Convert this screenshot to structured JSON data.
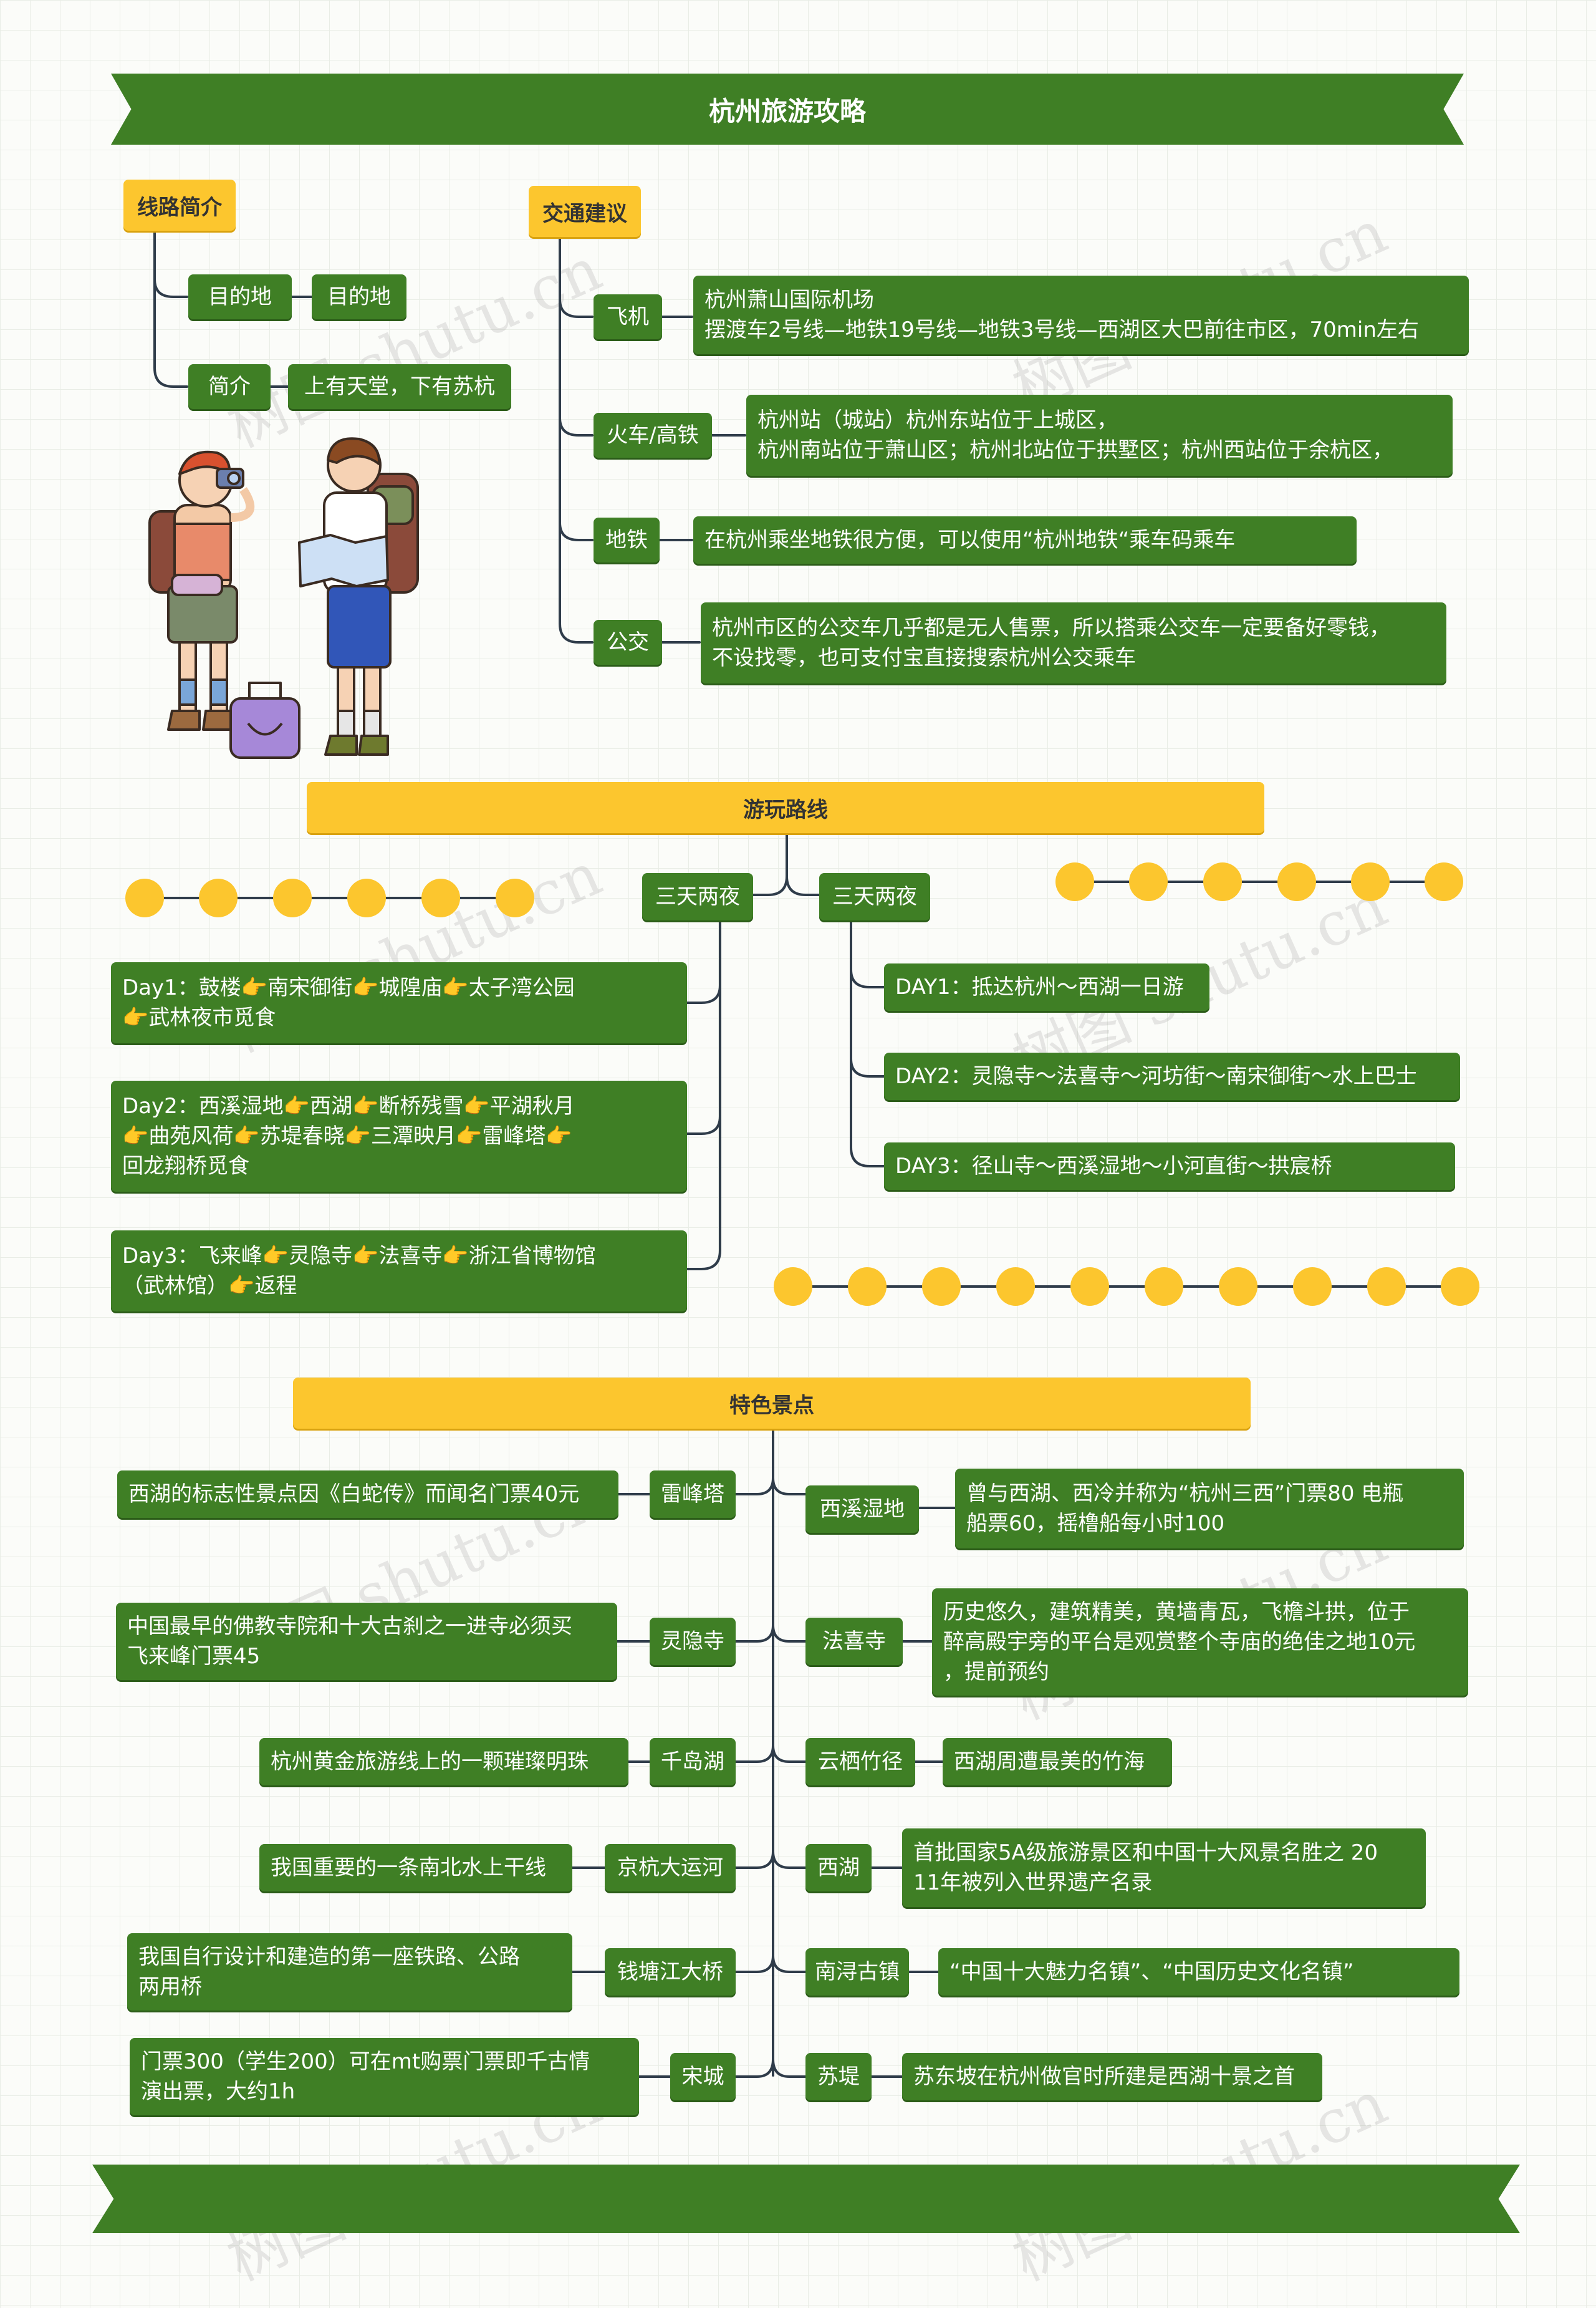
{
  "title": "杭州旅游攻略",
  "watermark": "树图 shutu.cn",
  "colors": {
    "green": "#3f7f25",
    "yellow": "#fcc62e",
    "line": "#2f3c4a"
  },
  "route_intro": {
    "heading": "线路简介",
    "dest_label": "目的地",
    "dest_value": "目的地",
    "intro_label": "简介",
    "intro_value": "上有天堂，下有苏杭"
  },
  "transport": {
    "heading": "交通建议",
    "items": [
      {
        "label": "飞机",
        "text": "杭州萧山国际机场\n摆渡车2号线—地铁19号线—地铁3号线—西湖区大巴前往市区，70min左右"
      },
      {
        "label": "火车/高铁",
        "text": "杭州站（城站）杭州东站位于上城区，\n杭州南站位于萧山区；杭州北站位于拱墅区；杭州西站位于余杭区，"
      },
      {
        "label": "地铁",
        "text": "在杭州乘坐地铁很方便，可以使用“杭州地铁“乘车码乘车"
      },
      {
        "label": "公交",
        "text": "杭州市区的公交车几乎都是无人售票，所以搭乘公交车一定要备好零钱，\n不设找零，也可支付宝直接搜索杭州公交乘车"
      }
    ]
  },
  "routes": {
    "heading": "游玩路线",
    "left": {
      "label": "三天两夜",
      "days": [
        "Day1：鼓楼👉南宋御街👉城隍庙👉太子湾公园\n👉武林夜市觅食",
        "Day2：西溪湿地👉西湖👉断桥残雪👉平湖秋月\n👉曲苑风荷👉苏堤春晓👉三潭映月👉雷峰塔👉\n回龙翔桥觅食",
        "Day3：飞来峰👉灵隐寺👉法喜寺👉浙江省博物馆\n（武林馆）👉返程"
      ]
    },
    "right": {
      "label": "三天两夜",
      "days": [
        "DAY1：抵达杭州～西湖一日游",
        "DAY2：灵隐寺～法喜寺～河坊街～南宋御街～水上巴士",
        "DAY3：径山寺～西溪湿地～小河直街～拱宸桥"
      ]
    }
  },
  "sights": {
    "heading": "特色景点",
    "left": [
      {
        "name": "雷峰塔",
        "desc": "西湖的标志性景点因《白蛇传》而闻名门票40元"
      },
      {
        "name": "灵隐寺",
        "desc": "中国最早的佛教寺院和十大古刹之一进寺必须买\n飞来峰门票45"
      },
      {
        "name": "千岛湖",
        "desc": "杭州黄金旅游线上的一颗璀璨明珠"
      },
      {
        "name": "京杭大运河",
        "desc": "我国重要的一条南北水上干线"
      },
      {
        "name": "钱塘江大桥",
        "desc": "我国自行设计和建造的第一座铁路、公路\n两用桥"
      },
      {
        "name": "宋城",
        "desc": "门票300（学生200）可在mt购票门票即千古情\n演出票，大约1h"
      }
    ],
    "right": [
      {
        "name": "西溪湿地",
        "desc": "曾与西湖、西冷并称为“杭州三西”门票80 电瓶\n船票60，摇橹船每小时100"
      },
      {
        "name": "法喜寺",
        "desc": "历史悠久，建筑精美，黄墙青瓦，飞檐斗拱，位于\n醉高殿宇旁的平台是观赏整个寺庙的绝佳之地10元\n，提前预约"
      },
      {
        "name": "云栖竹径",
        "desc": "西湖周遭最美的竹海"
      },
      {
        "name": "西湖",
        "desc": "首批国家5A级旅游景区和中国十大风景名胜之 20\n11年被列入世界遗产名录"
      },
      {
        "name": "南浔古镇",
        "desc": "“中国十大魅力名镇”、“中国历史文化名镇”"
      },
      {
        "name": "苏堤",
        "desc": "苏东坡在杭州做官时所建是西湖十景之首"
      }
    ]
  }
}
